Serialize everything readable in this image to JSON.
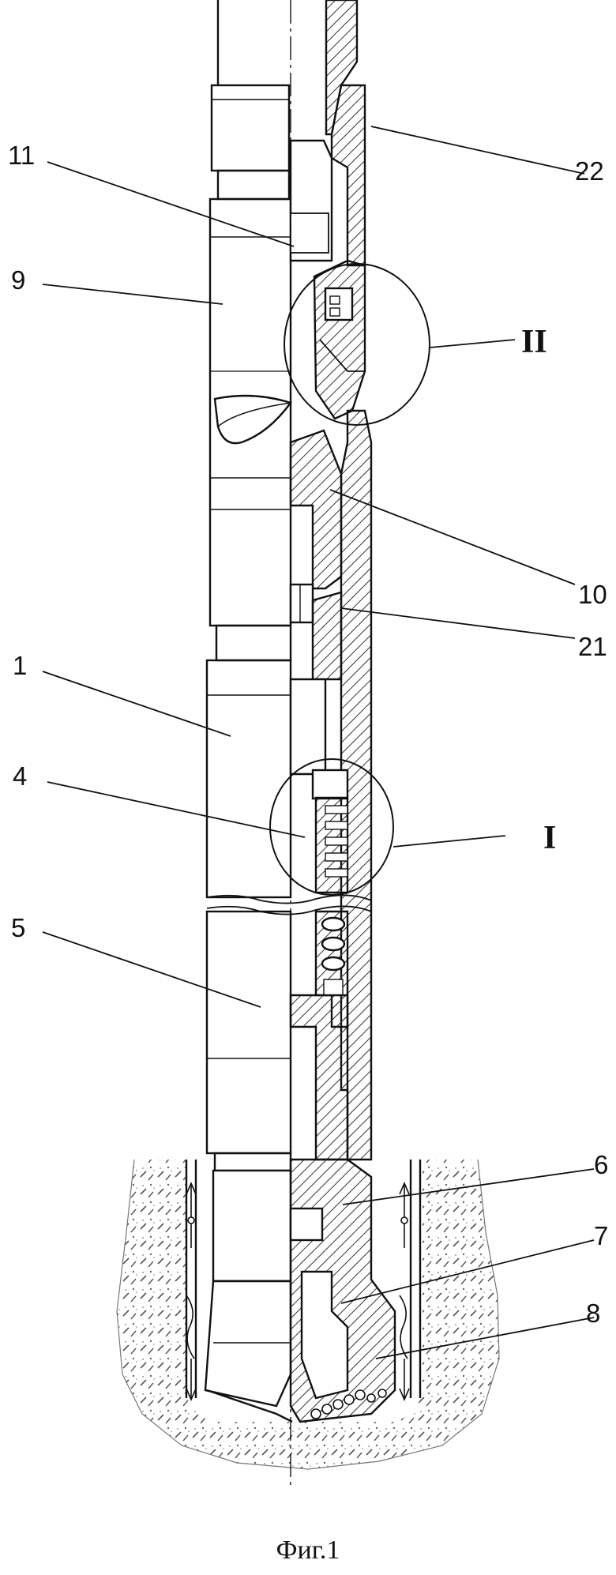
{
  "figure": {
    "caption": "Фиг.1",
    "callouts": [
      {
        "id": "11",
        "label": "11"
      },
      {
        "id": "9",
        "label": "9"
      },
      {
        "id": "22",
        "label": "22"
      },
      {
        "id": "10",
        "label": "10"
      },
      {
        "id": "21",
        "label": "21"
      },
      {
        "id": "1",
        "label": "1"
      },
      {
        "id": "4",
        "label": "4"
      },
      {
        "id": "5",
        "label": "5"
      },
      {
        "id": "6",
        "label": "6"
      },
      {
        "id": "7",
        "label": "7"
      },
      {
        "id": "8",
        "label": "8"
      }
    ],
    "details": [
      {
        "id": "II",
        "label": "II"
      },
      {
        "id": "I",
        "label": "I"
      }
    ]
  },
  "colors": {
    "ink": "#111111",
    "hatch": "#333333",
    "paper": "#ffffff"
  }
}
